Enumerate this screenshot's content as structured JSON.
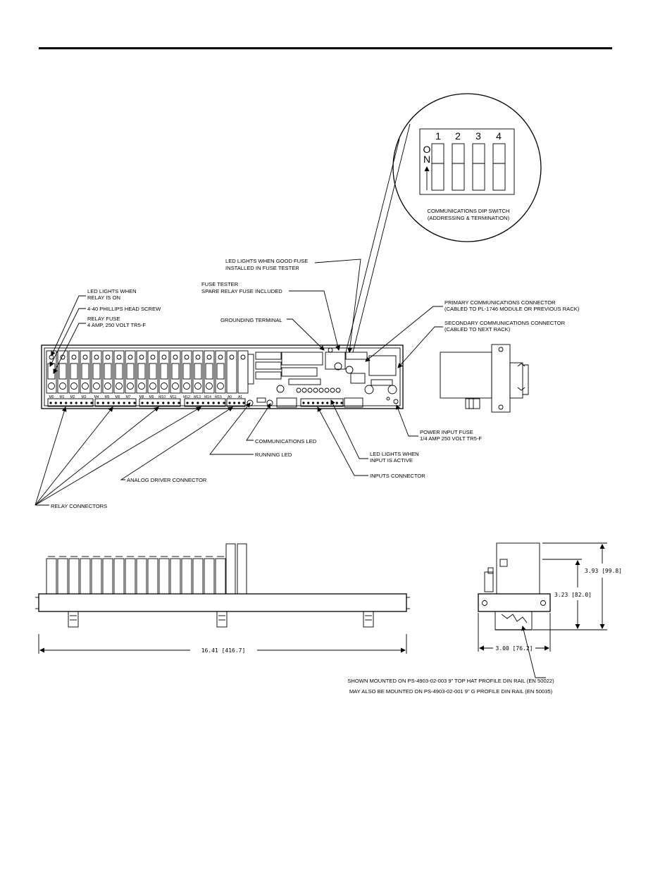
{
  "dip_zoom": {
    "switch_numbers": [
      "1",
      "2",
      "3",
      "4"
    ],
    "on_letters": [
      "O",
      "N"
    ],
    "caption_line1": "COMMUNICATIONS DIP SWITCH",
    "caption_line2": "(ADDRESSING & TERMINATION)"
  },
  "callouts": {
    "led_good_fuse_1": "LED LIGHTS WHEN GOOD FUSE",
    "led_good_fuse_2": "INSTALLED IN FUSE TESTER",
    "fuse_tester_1": "FUSE TESTER",
    "fuse_tester_2": "SPARE RELAY FUSE INCLUDED",
    "led_relay_1": "LED LIGHTS WHEN",
    "led_relay_2": "RELAY IS ON",
    "phillips_screw": "4-40 PHILLIPS HEAD SCREW",
    "relay_fuse_1": "RELAY FUSE",
    "relay_fuse_2": "4 AMP, 250 VOLT TR5-F",
    "grounding_terminal": "GROUNDING TERMINAL",
    "primary_comm_1": "PRIMARY COMMUNICATIONS CONNECTOR",
    "primary_comm_2": "(CABLED TO PL-1746 MODULE OR PREVIOUS RACK)",
    "secondary_comm_1": "SECONDARY COMMUNICATIONS CONNECTOR",
    "secondary_comm_2": "(CABLED TO NEXT RACK)",
    "power_fuse_1": "POWER INPUT FUSE",
    "power_fuse_2": "1/4 AMP 250 VOLT TR5-F",
    "comm_led": "COMMUNICATIONS LED",
    "led_input_1": "LED LIGHTS WHEN",
    "led_input_2": "INPUT IS ACTIVE",
    "running_led": "RUNNING LED",
    "inputs_connector": "INPUTS CONNECTOR",
    "analog_driver": "ANALOG DRIVER CONNECTOR",
    "relay_connectors": "RELAY CONNECTORS"
  },
  "connector_labels": [
    "M0",
    "M1",
    "M2",
    "M3",
    "M4",
    "M5",
    "M6",
    "M7",
    "M8",
    "M9",
    "M10",
    "M11",
    "M12",
    "M13",
    "M14",
    "M15",
    "A0",
    "A1"
  ],
  "dimensions": {
    "length": "16.41  [416.7]",
    "height_total": "3.93  [99.8]",
    "height_inner": "3.23  [82.0]",
    "width": "3.00  [76.2]"
  },
  "notes": {
    "line1": "SHOWN MOUNTED ON PS-4903-02-003 9\" TOP HAT PROFILE DIN RAIL (EN 50022)",
    "line2": "MAY ALSO BE MOUNTED ON PS-4903-02-001 9\" G PROFILE DIN RAIL (EN 50035)"
  }
}
